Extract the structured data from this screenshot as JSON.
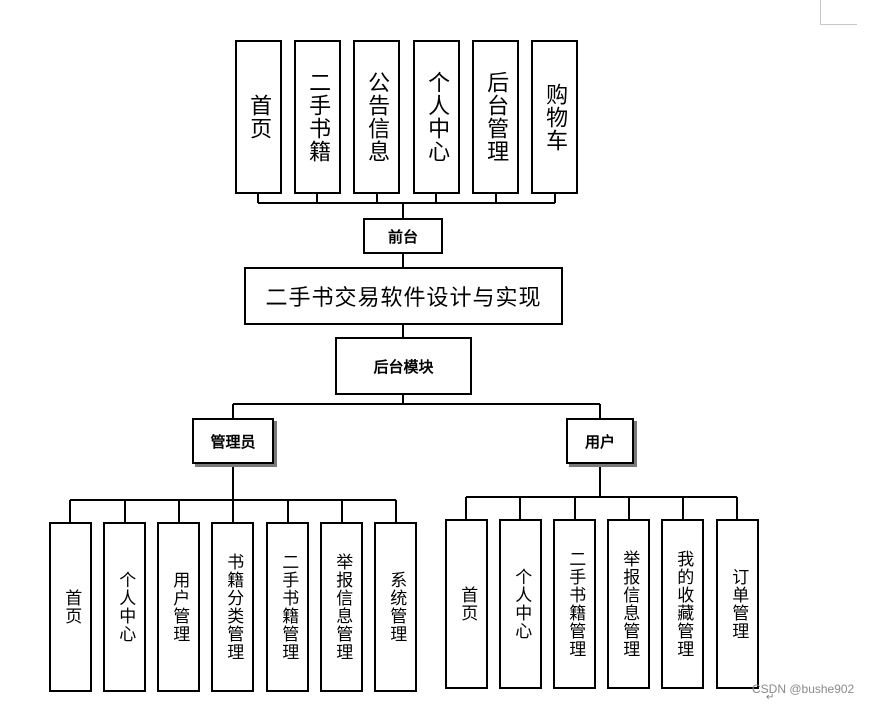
{
  "frontend": {
    "items": [
      "首页",
      "二手书籍",
      "公告信息",
      "个人中心",
      "后台管理",
      "购物车"
    ],
    "label": "前台"
  },
  "system_title": "二手书交易软件设计与实现",
  "backend": {
    "label": "后台模块"
  },
  "admin": {
    "label": "管理员",
    "items": [
      "首页",
      "个人中心",
      "用户管理",
      "书籍分类管理",
      "二手书籍管理",
      "举报信息管理",
      "系统管理"
    ]
  },
  "user": {
    "label": "用户",
    "items": [
      "首页",
      "个人中心",
      "二手书籍管理",
      "举报信息管理",
      "我的收藏管理",
      "订单管理"
    ]
  },
  "watermark": "CSDN @bushe902",
  "colors": {
    "line": "#000000",
    "box_border": "#000000",
    "shadow": "#7a7a7a",
    "watermark": "#8a8a8a"
  }
}
